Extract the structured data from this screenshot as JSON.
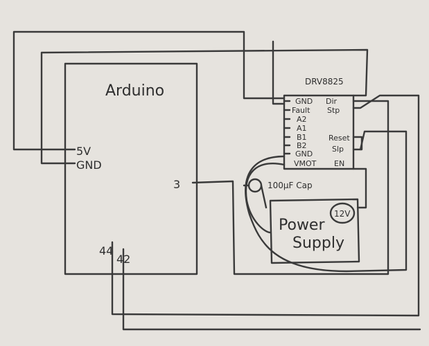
{
  "arduino": {
    "title": "Arduino",
    "pins": {
      "v5": "5V",
      "gnd": "GND",
      "p3": "3",
      "p44": "44",
      "p42": "42"
    }
  },
  "driver": {
    "title": "DRV8825",
    "left_pins": [
      "GND",
      "Fault",
      "A2",
      "A1",
      "B1",
      "B2",
      "GND",
      "VMOT"
    ],
    "right_pins": [
      "Dir",
      "Stp",
      "Reset",
      "Slp",
      "EN"
    ]
  },
  "capacitor": {
    "label": "100µF Cap"
  },
  "power_supply": {
    "line1": "Power",
    "line2": "Supply",
    "voltage": "12V"
  }
}
